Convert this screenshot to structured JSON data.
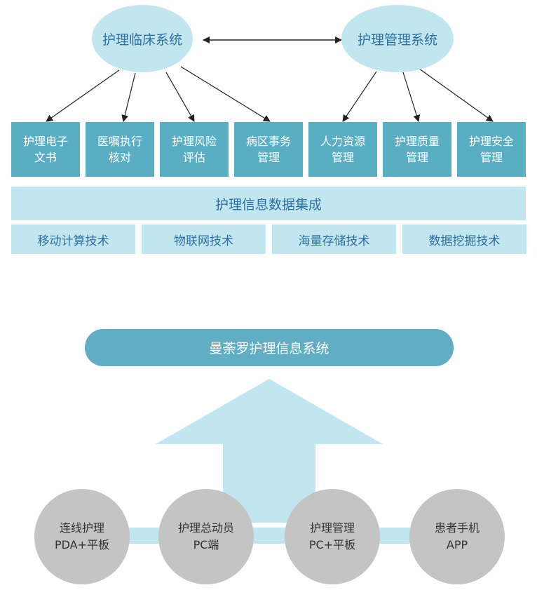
{
  "top": {
    "clinical_system": "护理临床系统",
    "management_system": "护理管理系统",
    "modules": [
      {
        "line1": "护理电子",
        "line2": "文书"
      },
      {
        "line1": "医嘱执行",
        "line2": "核对"
      },
      {
        "line1": "护理风险",
        "line2": "评估"
      },
      {
        "line1": "病区事务",
        "line2": "管理"
      },
      {
        "line1": "人力资源",
        "line2": "管理"
      },
      {
        "line1": "护理质量",
        "line2": "管理"
      },
      {
        "line1": "护理安全",
        "line2": "管理"
      }
    ],
    "integration": "护理信息数据集成",
    "technologies": [
      "移动计算技术",
      "物联网技术",
      "海量存储技术",
      "数据挖掘技术"
    ]
  },
  "bottom": {
    "banner": "曼荼罗护理信息系统",
    "clients": [
      {
        "line1": "连线护理",
        "line2": "PDA+平板"
      },
      {
        "line1": "护理总动员",
        "line2": "PC端"
      },
      {
        "line1": "护理管理",
        "line2": "PC+平板"
      },
      {
        "line1": "患者手机",
        "line2": "APP"
      }
    ]
  },
  "colors": {
    "light_blue": "#c2e6ef",
    "module_blue": "#5aaec3",
    "text_blue": "#2b6fa3",
    "circle_gray": "#c4c4c4"
  }
}
